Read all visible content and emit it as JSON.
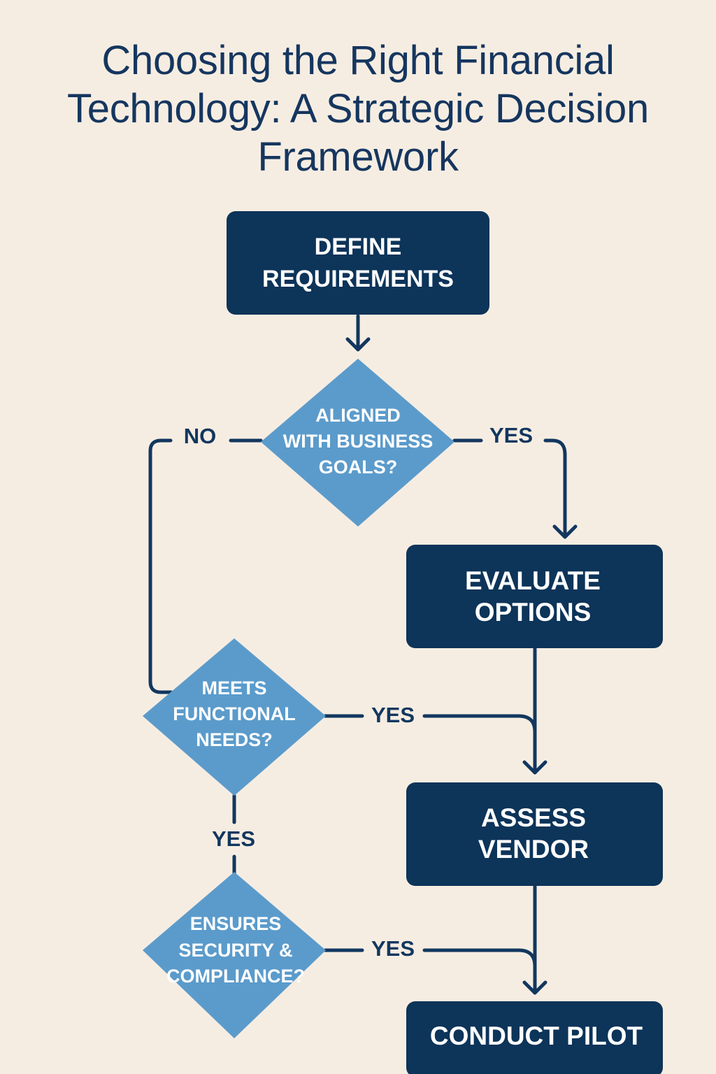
{
  "title": "Choosing the Right Financial Technology: A Strategic Decision Framework",
  "nodes": {
    "define": [
      "DEFINE",
      "REQUIREMENTS"
    ],
    "aligned": [
      "ALIGNED",
      "WITH BUSINESS",
      "GOALS?"
    ],
    "evaluate": [
      "EVALUATE",
      "OPTIONS"
    ],
    "functional": [
      "MEETS",
      "FUNCTIONAL",
      "NEEDS?"
    ],
    "assess": [
      "ASSESS",
      "VENDOR"
    ],
    "security": [
      "ENSURES",
      "SECURITY &",
      "COMPLIANCE?"
    ],
    "pilot": [
      "CONDUCT PILOT"
    ]
  },
  "edge_labels": {
    "aligned_no": "NO",
    "aligned_yes": "YES",
    "functional_yes_right": "YES",
    "functional_yes_down": "YES",
    "security_yes": "YES"
  },
  "colors": {
    "background": "#f6ede2",
    "box": "#0d3459",
    "diamond": "#5b9bcb",
    "text_dark": "#12375f",
    "text_light": "#ffffff"
  }
}
